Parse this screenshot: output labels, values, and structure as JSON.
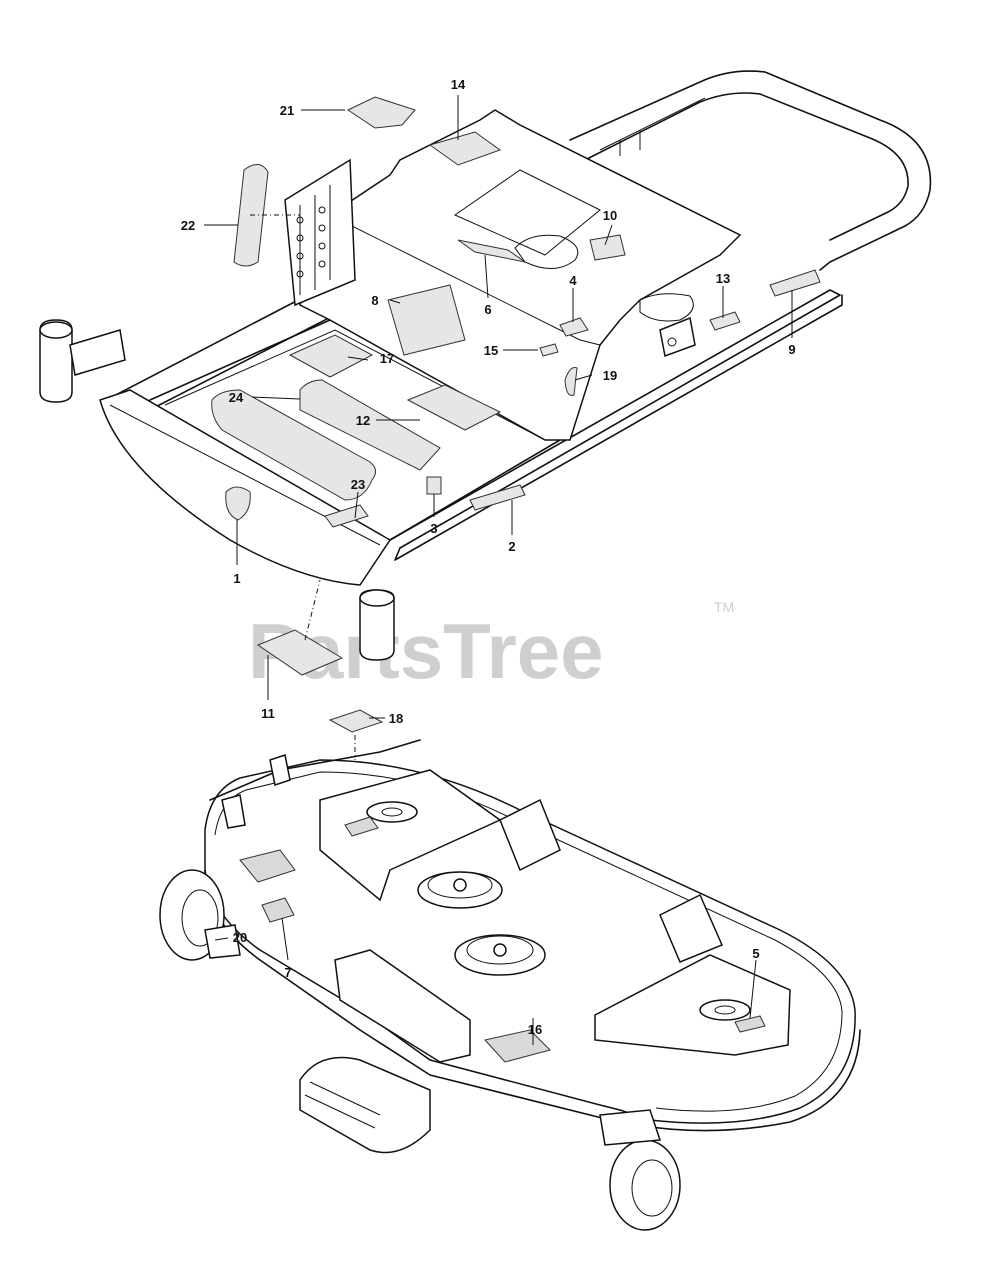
{
  "watermark": {
    "brand": "PartsTree",
    "trademark": "TM"
  },
  "callouts": [
    {
      "num": "1"
    },
    {
      "num": "2"
    },
    {
      "num": "3"
    },
    {
      "num": "4"
    },
    {
      "num": "5"
    },
    {
      "num": "6"
    },
    {
      "num": "7"
    },
    {
      "num": "8"
    },
    {
      "num": "9"
    },
    {
      "num": "10"
    },
    {
      "num": "11"
    },
    {
      "num": "12"
    },
    {
      "num": "13"
    },
    {
      "num": "14"
    },
    {
      "num": "15"
    },
    {
      "num": "16"
    },
    {
      "num": "17"
    },
    {
      "num": "18"
    },
    {
      "num": "19"
    },
    {
      "num": "20"
    },
    {
      "num": "21"
    },
    {
      "num": "22"
    },
    {
      "num": "23"
    },
    {
      "num": "24"
    }
  ]
}
